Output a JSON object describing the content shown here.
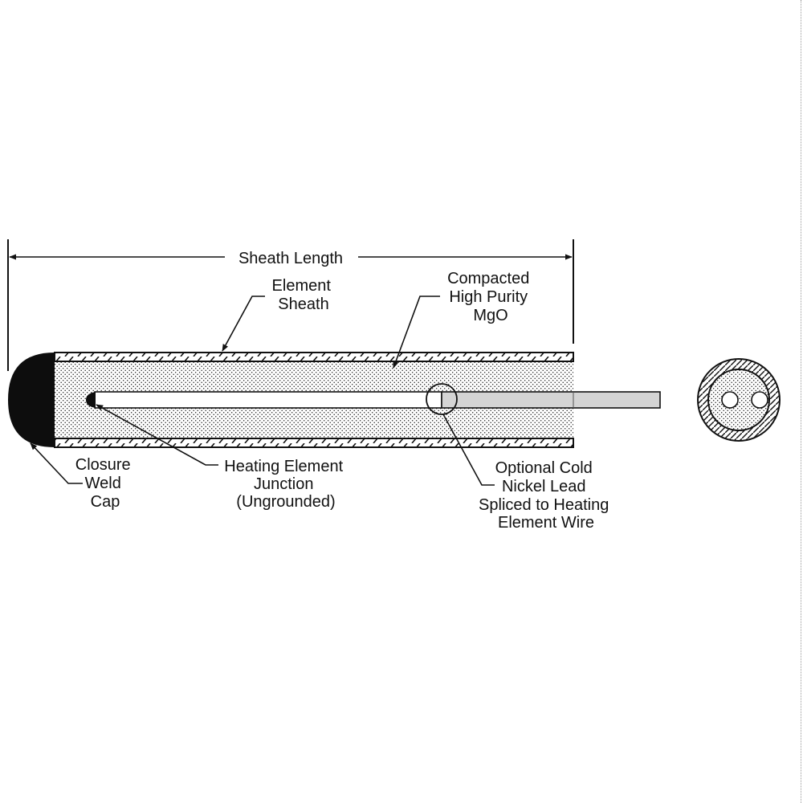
{
  "labels": {
    "sheath_length": "Sheath Length",
    "element_sheath": [
      "Element",
      "Sheath"
    ],
    "mgo": [
      "Compacted",
      "High Purity",
      "MgO"
    ],
    "closure": [
      "Closure",
      "Weld",
      "Cap"
    ],
    "junction": [
      "Heating Element",
      "Junction",
      "(Ungrounded)"
    ],
    "cold_lead": [
      "Optional Cold",
      "Nickel Lead",
      "Spliced to Heating",
      "Element Wire"
    ]
  }
}
